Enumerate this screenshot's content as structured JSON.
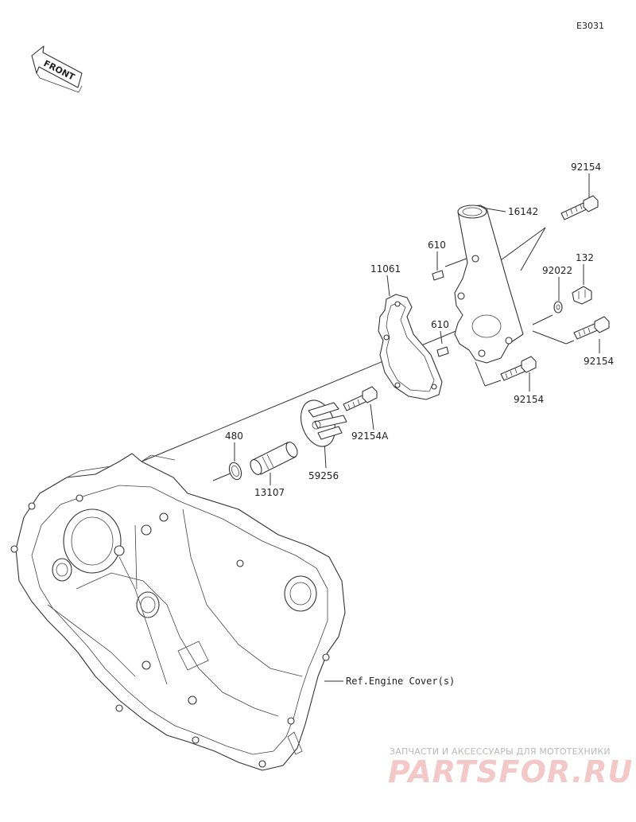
{
  "diagram_code": "E3031",
  "front_label": "FRONT",
  "parts": {
    "p92154_top": "92154",
    "p16142": "16142",
    "p610_upper": "610",
    "p92022": "92022",
    "p132": "132",
    "p11061": "11061",
    "p610_lower": "610",
    "p92154_right": "92154",
    "p92154_bottom": "92154",
    "p92154A": "92154A",
    "p480": "480",
    "p13107": "13107",
    "p59256": "59256"
  },
  "reference_label": "Ref.Engine Cover(s)",
  "watermark": {
    "tagline": "ЗАПЧАСТИ И АКСЕССУАРЫ ДЛЯ МОТОТЕХНИКИ",
    "brand": "PARTSFOR.RU"
  }
}
